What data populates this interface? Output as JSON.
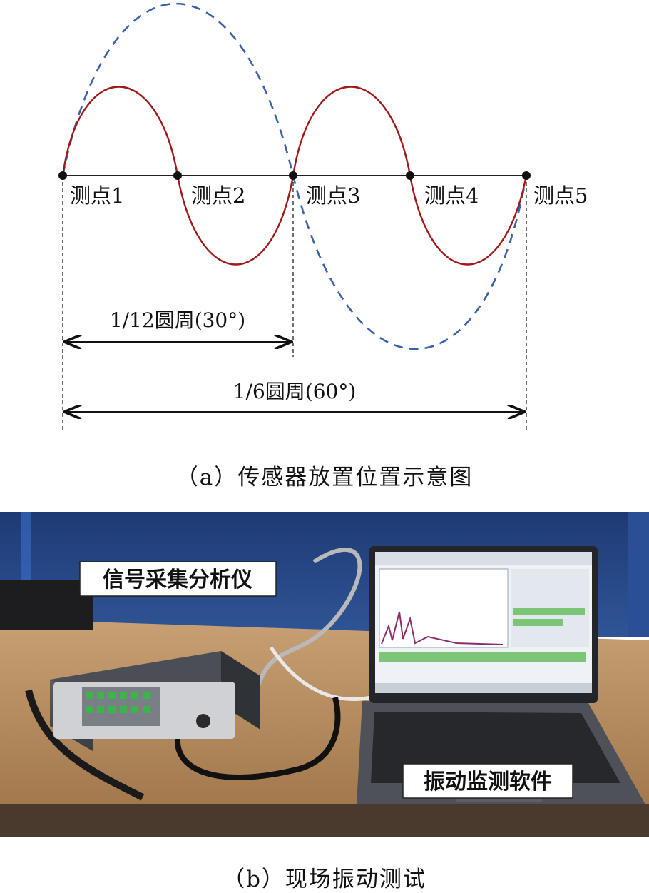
{
  "figure_a": {
    "points": [
      {
        "label": "测点1"
      },
      {
        "label": "测点2"
      },
      {
        "label": "测点3"
      },
      {
        "label": "测点4"
      },
      {
        "label": "测点5"
      }
    ],
    "span_short": "1/12圆周(30°)",
    "span_long": "1/6圆周(60°)",
    "caption": "（a）传感器放置位置示意图",
    "colors": {
      "solid_wave": "#a01818",
      "dashed_wave": "#3a62aa",
      "axis": "#222222"
    }
  },
  "figure_b": {
    "label_analyzer": "信号采集分析仪",
    "label_software": "振动监测软件",
    "caption": "（b）现场振动测试"
  }
}
